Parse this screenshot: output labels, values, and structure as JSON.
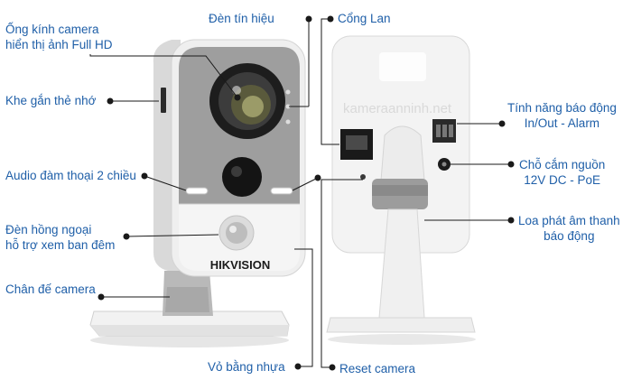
{
  "labels": {
    "lens": "Ống kính camera\nhiển thị ảnh Full HD",
    "signal_led": "Đèn tín hiệu",
    "lan_port": "Cổng Lan",
    "memory_slot": "Khe gắn thẻ nhớ",
    "alarm": "Tính năng báo động\nIn/Out - Alarm",
    "power": "Chỗ cắm nguồn\n12V DC - PoE",
    "audio": "Audio đàm thoại 2 chiều",
    "speaker": "Loa phát âm thanh\nbáo động",
    "ir_light": "Đèn hồng ngoại\nhỗ trợ xem ban đêm",
    "stand": "Chân đế camera",
    "housing": "Vỏ bằng nhựa",
    "reset": "Reset camera"
  },
  "brand": "HIKVISION",
  "watermark": "kameraanninh.net",
  "colors": {
    "label": "#1f5fa8",
    "leader": "#1a1a1a"
  }
}
